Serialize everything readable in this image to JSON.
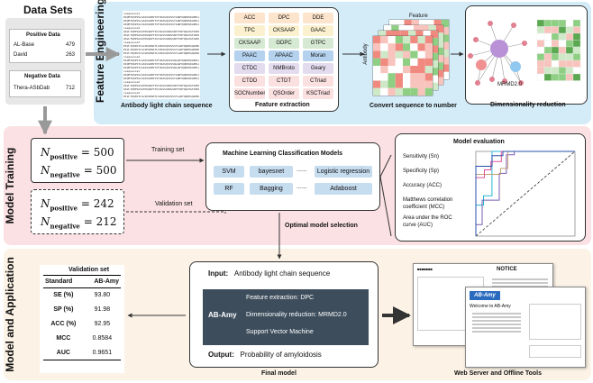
{
  "sections": {
    "data_sets": "Data Sets",
    "feature_engineering": "Feature Engineering",
    "model_training": "Model Training",
    "model_application": "Model and Application"
  },
  "data_sets": {
    "positive_title": "Positive Data",
    "positive": [
      {
        "name": "AL-Base",
        "count": "479"
      },
      {
        "name": "David",
        "count": "263"
      }
    ],
    "negative_title": "Negative Data",
    "negative": [
      {
        "name": "Thera-ASbDab",
        "count": "712"
      }
    ]
  },
  "feature_engineering": {
    "seq_caption": "Antibody light chain sequence",
    "extraction_caption": "Feature extraction",
    "convert_caption": "Convert sequence to number",
    "reduction_caption": "Dimensionality reduction",
    "stack_top_label": "Feature",
    "stack_side_label": "Antibody",
    "mrmd_label": "MRMD2.0",
    "sequences": [
      ">sequence1",
      "DIQMTQSPSSLSASVGDRVTITCRASQSISSYLNWYQQKPGKAPKLLIYAASSLQSGVPSRFSGSGSGTDFTLTISSLQPEDFATYYCQQSYSTPLTFGQGTKVEIK",
      ">sequence2",
      "QSVLTQPPSASGTPGQRVTISCSGSSSNIGSNYVYWYQQLPGTAPKLLIYRNNQRPSGVPDRFSGSKSGTSASLAISGLRSEDEADYYCAAWDDSLSGPVFGGGTKLTVL",
      ">sequence3",
      "EIVLTQSPGTLSLSPGERATLSCRASQSVSSSYLAWYQQKPGQAPRLLIYGASSRATGIPDRFSGSGSGTDFTLTISRLEPEDFAVYYCQQYGSSPLTFGGGTKVEIK",
      ">sequence4",
      "DIQMTQSPSTLSASVGDRVTITCRASQSISSWLAWYQQKPGKAPKLLIYKASSLESGVPSRFSGSGSGTEFTLTISSLQPDDFATYYCQQYNSYSFGQGTKLEIK"
    ],
    "features": [
      {
        "label": "ACC",
        "color": "#fde4cc"
      },
      {
        "label": "DPC",
        "color": "#fde4cc"
      },
      {
        "label": "DDE",
        "color": "#fde4cc"
      },
      {
        "label": "TPC",
        "color": "#fbf1cf"
      },
      {
        "label": "CKSAAP",
        "color": "#fbf1cf"
      },
      {
        "label": "GAAC",
        "color": "#fbf1cf"
      },
      {
        "label": "CKSAAP",
        "color": "#d6ead3"
      },
      {
        "label": "GDPC",
        "color": "#d6ead3"
      },
      {
        "label": "GTPC",
        "color": "#d6ead3"
      },
      {
        "label": "PAAC",
        "color": "#b4d1ed"
      },
      {
        "label": "APAAC",
        "color": "#b4d1ed"
      },
      {
        "label": "Moran",
        "color": "#b4d1ed"
      },
      {
        "label": "CTDC",
        "color": "#e2dcee"
      },
      {
        "label": "NMBroto",
        "color": "#e2dcee"
      },
      {
        "label": "Geary",
        "color": "#e2dcee"
      },
      {
        "label": "CTDD",
        "color": "#fbe0e0"
      },
      {
        "label": "CTDT",
        "color": "#fbe0e0"
      },
      {
        "label": "CTriad",
        "color": "#fbe0e0"
      },
      {
        "label": "SOCNumber",
        "color": "#fbe0e0"
      },
      {
        "label": "QSOrder",
        "color": "#fbe0e0"
      },
      {
        "label": "KSCTriad",
        "color": "#fbe0e0"
      }
    ]
  },
  "model_training": {
    "training_set": {
      "pos_n": "500",
      "neg_n": "500",
      "label": "Training set"
    },
    "validation_set": {
      "pos_n": "242",
      "neg_n": "212",
      "label": "Validation set"
    },
    "symbols": {
      "n": "N",
      "pos_sub": "positive",
      "neg_sub": "negative",
      "eq": " = "
    },
    "ml_title": "Machine Learning Classification Models",
    "models_row1": [
      "SVM",
      "bayesnet",
      "......",
      "Logistic regression"
    ],
    "models_row2": [
      "RF",
      "Bagging",
      "......",
      "Adaboost"
    ],
    "optimal_label": "Optimal model selection",
    "eval_title": "Model evaluation",
    "metrics": [
      "Sensitivity (Sn)",
      "Specificity (Sp)",
      "Accuracy (ACC)",
      "Matthews correlation coefficient (MCC)",
      "Area under the ROC curve (AUC)"
    ],
    "roc_colors": [
      "#2bb5d6",
      "#7a5fb0",
      "#c7a07a",
      "#e0509a",
      "#2a4fa8"
    ]
  },
  "application": {
    "table": {
      "header_top": "Validation set",
      "col1": "Standard",
      "col2": "AB-Amy",
      "rows": [
        {
          "metric": "SE (%)",
          "value": "93.80"
        },
        {
          "metric": "SP (%)",
          "value": "91.98"
        },
        {
          "metric": "ACC (%)",
          "value": "92.95"
        },
        {
          "metric": "MCC",
          "value": "0.8584"
        },
        {
          "metric": "AUC",
          "value": "0.9651"
        }
      ]
    },
    "input_label": "Input:",
    "input_value": "Antibody light chain sequence",
    "model_name": "AB-Amy",
    "steps": [
      {
        "name": "Feature extraction",
        "value": "DPC"
      },
      {
        "name": "Dimensionality reduction",
        "value": "MRMD2.0"
      },
      {
        "name": "Support Vector Machine",
        "value": ""
      }
    ],
    "step_separator": ":  ",
    "output_label": "Output:",
    "output_value": "Probability of amyloidosis",
    "final_caption": "Final model",
    "web_caption": "Web Server and Offline Tools",
    "web_notice": "NOTICE",
    "web_logo": "AB-Amy",
    "web_welcome": "Welcome to AB-Amy"
  }
}
